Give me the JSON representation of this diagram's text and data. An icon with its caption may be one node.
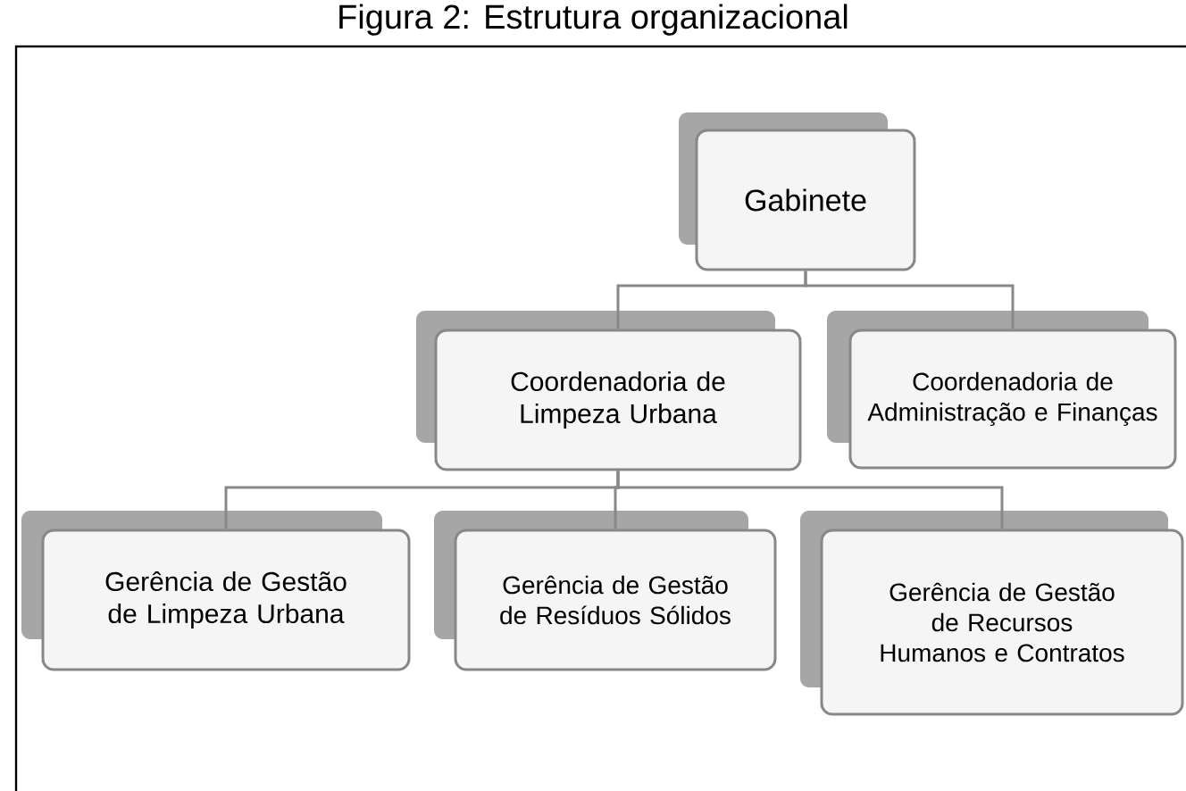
{
  "diagram": {
    "title": "Figura 2: Estrutura organizacional",
    "nodes": [
      {
        "text": [
          "Gabinete"
        ]
      },
      {
        "text": [
          "Coordenadoria de Limpeza Urbana"
        ]
      },
      {
        "text": [
          "Coordenadoria de Administração e Finanças"
        ]
      },
      {
        "text": [
          "Gerência de Gestão de Limpeza Urbana"
        ]
      },
      {
        "text": [
          "Gerência de Gestão de Resíduos Sólidos"
        ]
      },
      {
        "text": [
          "Gerência de Gestão de Recursos Humanos e Contratos"
        ]
      }
    ],
    "edges": [
      {
        "from": 0,
        "to": 1,
        "arrow": "none"
      },
      {
        "from": 0,
        "to": 2,
        "arrow": "none"
      },
      {
        "from": 1,
        "to": 3,
        "arrow": "none"
      },
      {
        "from": 1,
        "to": 4,
        "arrow": "none"
      },
      {
        "from": 1,
        "to": 5,
        "arrow": "none"
      }
    ]
  }
}
